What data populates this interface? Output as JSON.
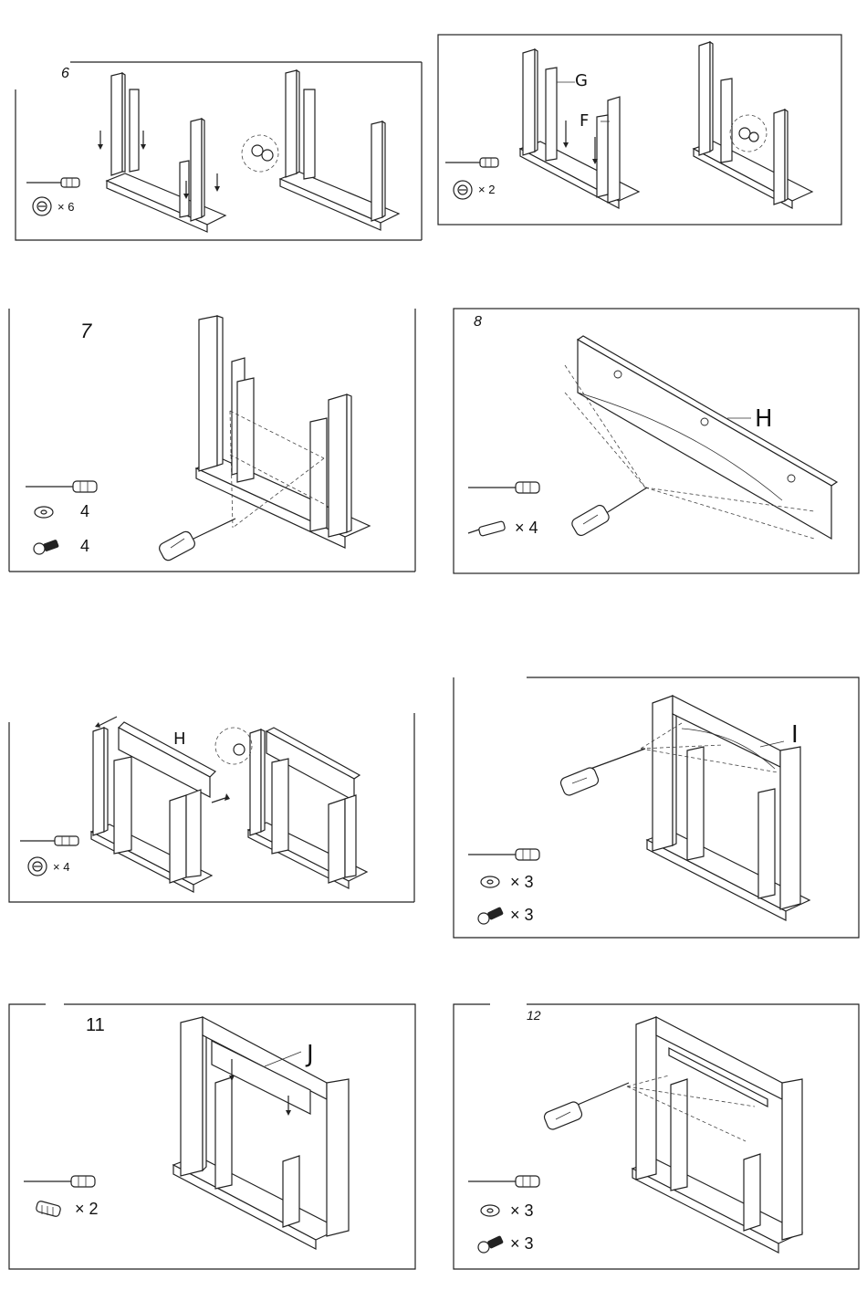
{
  "steps": [
    {
      "id": "s6",
      "number": "6",
      "tools": [
        {
          "icon": "screwdriver-icon"
        },
        {
          "icon": "cam-lock-icon",
          "qty": "× 6"
        }
      ]
    },
    {
      "id": "s6b",
      "labels": [
        "G",
        "F"
      ],
      "tools": [
        {
          "icon": "screwdriver-icon"
        },
        {
          "icon": "cam-lock-icon",
          "qty": "× 2"
        }
      ]
    },
    {
      "id": "s7",
      "number": "7",
      "tools": [
        {
          "icon": "screwdriver-icon"
        },
        {
          "icon": "washer-icon",
          "qty": "4"
        },
        {
          "icon": "screw-icon",
          "qty": "4"
        }
      ]
    },
    {
      "id": "s8",
      "number": "8",
      "labels": [
        "H"
      ],
      "tools": [
        {
          "icon": "screwdriver-icon"
        },
        {
          "icon": "cam-bolt-icon",
          "qty": "× 4"
        }
      ]
    },
    {
      "id": "s9",
      "labels": [
        "H"
      ],
      "tools": [
        {
          "icon": "screwdriver-icon"
        },
        {
          "icon": "cam-lock-icon",
          "qty": "× 4"
        }
      ]
    },
    {
      "id": "s10",
      "labels": [
        "I"
      ],
      "tools": [
        {
          "icon": "screwdriver-icon"
        },
        {
          "icon": "washer-icon",
          "qty": "× 3"
        },
        {
          "icon": "screw-icon",
          "qty": "× 3"
        }
      ]
    },
    {
      "id": "s11",
      "number": "11",
      "labels": [
        "J"
      ],
      "tools": [
        {
          "icon": "screwdriver-icon"
        },
        {
          "icon": "dowel-icon",
          "qty": "× 2"
        }
      ]
    },
    {
      "id": "s12",
      "number": "12",
      "tools": [
        {
          "icon": "screwdriver-icon"
        },
        {
          "icon": "washer-icon",
          "qty": "× 3"
        },
        {
          "icon": "screw-icon",
          "qty": "× 3"
        }
      ]
    }
  ]
}
